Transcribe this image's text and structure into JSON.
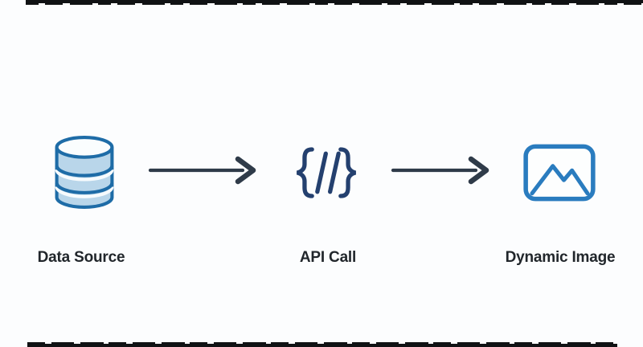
{
  "diagram": {
    "nodes": [
      {
        "id": "data-source",
        "label": "Data Source",
        "icon": "database-icon"
      },
      {
        "id": "api-call",
        "label": "API Call",
        "icon": "code-braces-icon"
      },
      {
        "id": "dynamic-image",
        "label": "Dynamic Image",
        "icon": "image-icon"
      }
    ],
    "connectors": [
      {
        "from": "data-source",
        "to": "api-call",
        "type": "arrow-right"
      },
      {
        "from": "api-call",
        "to": "dynamic-image",
        "type": "arrow-right"
      }
    ],
    "colors": {
      "background": "#FCFDFE",
      "db_outline": "#1E6CA7",
      "db_fill": "#B9D6EA",
      "db_top_fill": "#FAFDFE",
      "braces": "#24406F",
      "arrow": "#2F3B49",
      "image_outline": "#2A7CBF",
      "image_fill": "#FDFEFE",
      "label_text": "#21262B",
      "edge_bar": "#101214"
    }
  }
}
